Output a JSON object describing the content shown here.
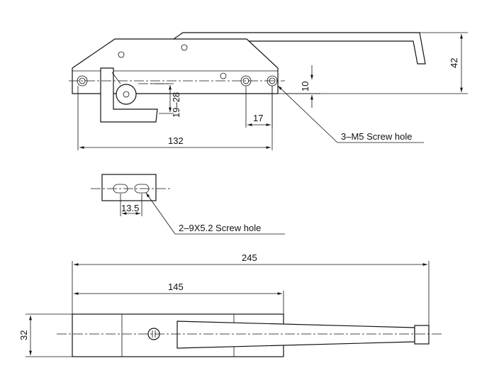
{
  "dimensions": {
    "d132": "132",
    "d17": "17",
    "d19_28": "19–28",
    "d10": "10",
    "d42": "42",
    "d13_5": "13.5",
    "d245": "245",
    "d145": "145",
    "d32": "32"
  },
  "callouts": {
    "screw_m5": "3–M5 Screw hole",
    "screw_slot": "2–9X5.2 Screw hole"
  }
}
